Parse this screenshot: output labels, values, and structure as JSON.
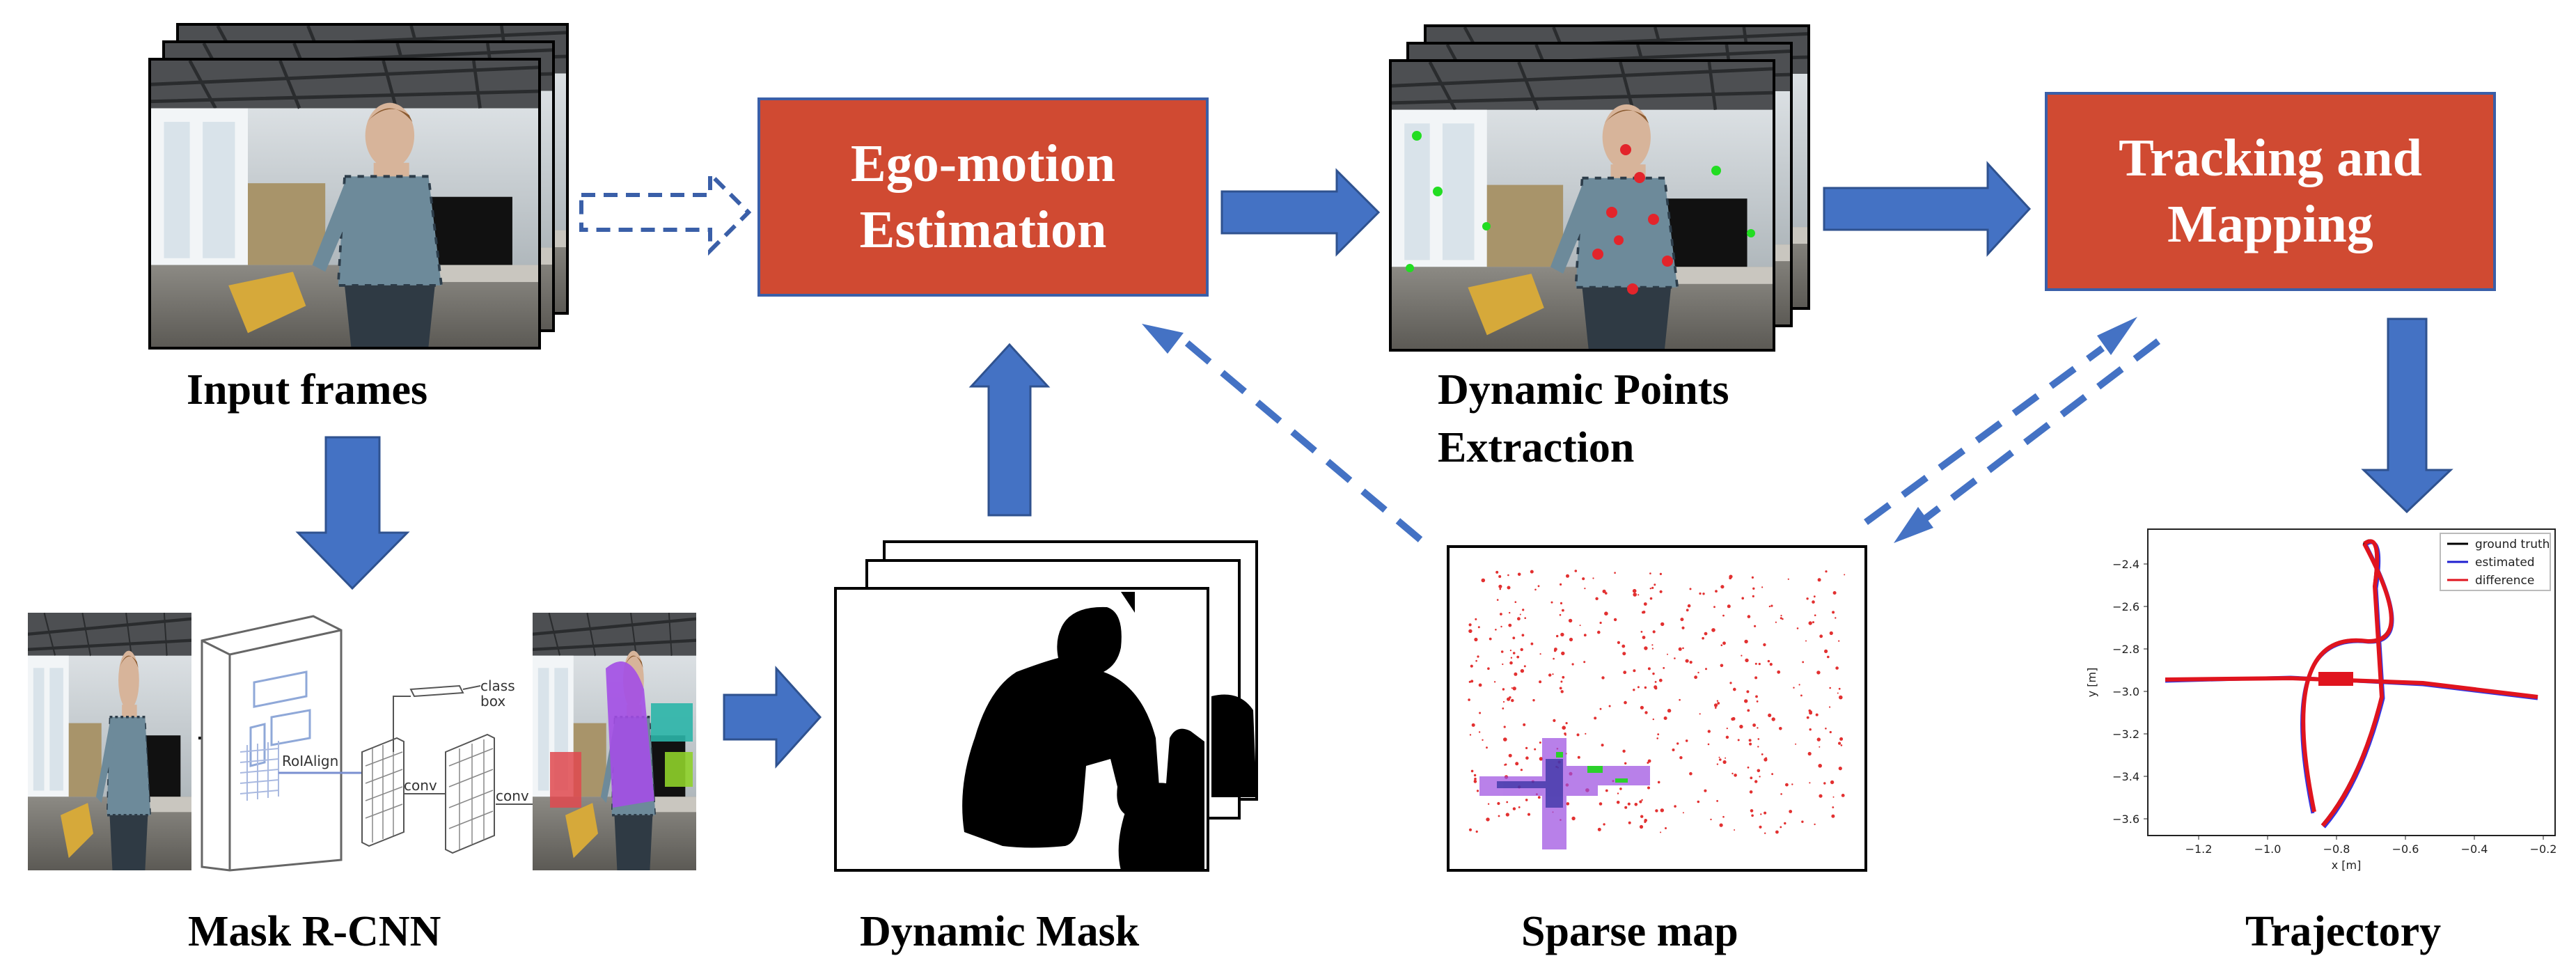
{
  "labels": {
    "input_frames": "Input frames",
    "mask_rcnn": "Mask R-CNN",
    "dynamic_mask": "Dynamic Mask",
    "dynamic_points_line1": "Dynamic Points",
    "dynamic_points_line2": "Extraction",
    "sparse_map": "Sparse map",
    "trajectory": "Trajectory"
  },
  "boxes": {
    "ego_motion": "Ego-motion\nEstimation",
    "tracking_mapping": "Tracking and\nMapping"
  },
  "mask_rcnn_diagram": {
    "roi_align": "RoIAlign",
    "class_box": "class\nbox",
    "conv1": "conv",
    "conv2": "conv"
  },
  "trajectory_plot": {
    "xlabel": "x [m]",
    "ylabel": "y [m]",
    "xticks": [
      "−1.2",
      "−1.0",
      "−0.8",
      "−0.6",
      "−0.4",
      "−0.2"
    ],
    "yticks": [
      "−2.4",
      "−2.6",
      "−2.8",
      "−3.0",
      "−3.2",
      "−3.4",
      "−3.6"
    ],
    "legend": [
      "ground truth",
      "estimated",
      "difference"
    ]
  },
  "colors": {
    "process_box_fill": "#d04a32",
    "process_box_border": "#3a5fa8",
    "arrow": "#4472c4",
    "ground_truth": "#000000",
    "estimated": "#1f1fd0",
    "difference": "#e0141e"
  }
}
